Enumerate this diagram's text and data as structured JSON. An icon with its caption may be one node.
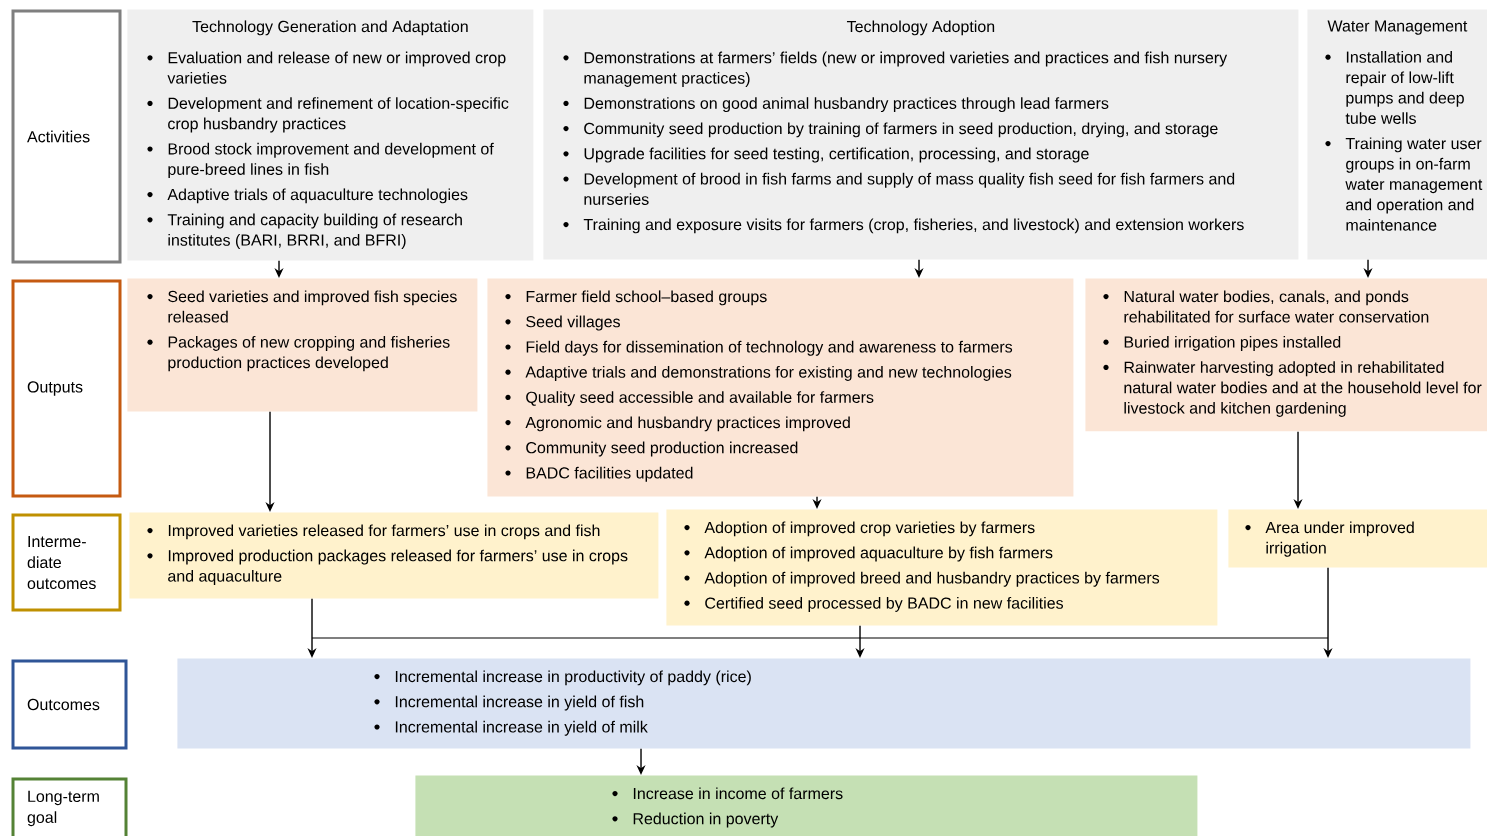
{
  "diagram": {
    "nodes": [
      {
        "text": [
          "Activities"
        ]
      },
      {
        "text": [
          "Technology Generation and Adaptation",
          "Evaluation and release of new or improved crop varieties",
          "Development and refinement of location-specific crop husbandry practices",
          "Brood stock improvement and development of pure-breed lines in fish",
          "Adaptive trials of aquaculture technologies",
          "Training and capacity building of research institutes (BARI, BRRI, and BFRI)"
        ]
      },
      {
        "text": [
          "Technology Adoption",
          "Demonstrations at farmers’ fields (new or improved varieties and practices and fish nursery management practices)",
          "Demonstrations on good animal husbandry practices through lead farmers",
          "Community seed production by training of farmers in seed production, drying, and storage",
          "Upgrade facilities for seed testing, certification, processing, and storage",
          "Development of brood in fish farms and supply of mass quality fish seed for fish farmers and nurseries",
          "Training and exposure visits for farmers (crop, fisheries, and livestock) and extension workers"
        ]
      },
      {
        "text": [
          "Water Management",
          "Installation and repair of low-lift pumps and deep tube wells",
          "Training water user groups in on-farm water management and operation and maintenance"
        ]
      },
      {
        "text": [
          "Outputs"
        ]
      },
      {
        "text": [
          "Seed varieties and improved fish species released",
          "Packages of new cropping and fisheries production practices developed"
        ]
      },
      {
        "text": [
          "Farmer field school–based groups",
          "Seed villages",
          "Field days for dissemination of technology and awareness to farmers",
          "Adaptive trials and demonstrations for existing and new technologies",
          "Quality seed accessible and available for farmers",
          "Agronomic and husbandry practices improved",
          "Community seed production increased",
          "BADC facilities updated"
        ]
      },
      {
        "text": [
          "Natural water bodies, canals, and ponds rehabilitated for surface water conservation",
          "Buried irrigation pipes installed",
          "Rainwater harvesting adopted in rehabilitated natural water bodies and at the household level for livestock and kitchen gardening"
        ]
      },
      {
        "text": [
          "Interme-diate outcomes"
        ]
      },
      {
        "text": [
          "Improved varieties released for farmers’ use in crops and fish",
          "Improved production packages released for farmers’ use in crops and aquaculture"
        ]
      },
      {
        "text": [
          "Adoption of improved crop varieties by farmers",
          "Adoption of improved aquaculture by fish farmers",
          "Adoption of improved breed and husbandry practices by farmers",
          "Certified seed processed by BADC in new facilities"
        ]
      },
      {
        "text": [
          "Area under improved irrigation"
        ]
      },
      {
        "text": [
          "Outcomes"
        ]
      },
      {
        "text": [
          "Incremental increase in productivity of paddy (rice)",
          "Incremental increase in yield of fish",
          "Incremental increase in yield of milk"
        ]
      },
      {
        "text": [
          "Long-term goal"
        ]
      },
      {
        "text": [
          "Increase in income of farmers",
          "Reduction in poverty"
        ]
      }
    ],
    "edges": [
      {
        "from": 1,
        "to": 5,
        "arrow": "to"
      },
      {
        "from": 2,
        "to": 6,
        "arrow": "to"
      },
      {
        "from": 3,
        "to": 7,
        "arrow": "to"
      },
      {
        "from": 5,
        "to": 9,
        "arrow": "to"
      },
      {
        "from": 6,
        "to": 10,
        "arrow": "to"
      },
      {
        "from": 7,
        "to": 11,
        "arrow": "to"
      },
      {
        "from": 9,
        "to": 13,
        "arrow": "to"
      },
      {
        "from": 10,
        "to": 13,
        "arrow": "to"
      },
      {
        "from": 11,
        "to": 13,
        "arrow": "to"
      },
      {
        "from": 13,
        "to": 15,
        "arrow": "to"
      }
    ]
  }
}
